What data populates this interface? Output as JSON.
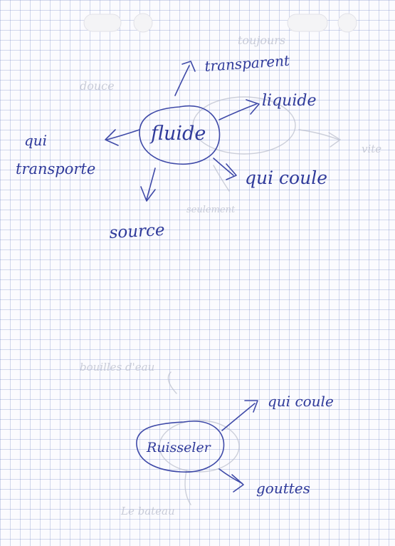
{
  "diagram_1": {
    "center": "fluide",
    "branches": {
      "transparent": "transparent",
      "liquide": "liquide",
      "qui_coule": "qui coule",
      "source": "source",
      "qui_transporte_1": "qui",
      "qui_transporte_2": "transporte"
    }
  },
  "diagram_2": {
    "center": "Ruisseler",
    "branches": {
      "qui_coule": "qui coule",
      "gouttes": "gouttes"
    }
  },
  "bleed_through": {
    "text_1": "douce",
    "text_2": "toujours",
    "text_3": "bouilles d'eau",
    "text_4": "Le bateau",
    "text_5": "seulement",
    "text_6": "vite"
  },
  "colors": {
    "ink": "#3f4aa8",
    "grid": "#8c9ccc",
    "paper": "#fbfbfe"
  }
}
